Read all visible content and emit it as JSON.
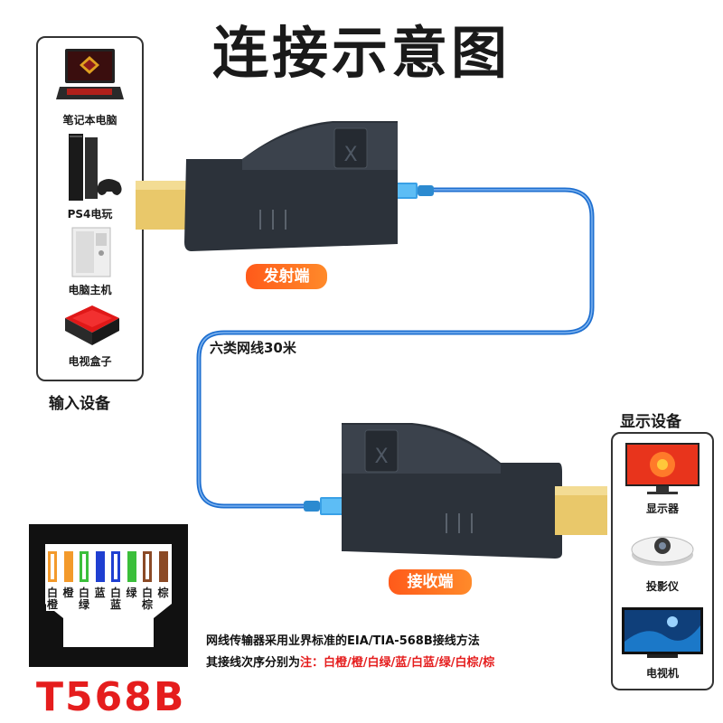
{
  "title": "连接示意图",
  "input_panel": {
    "heading": "输入设备",
    "devices": [
      {
        "label": "笔记本电脑",
        "icon": "laptop-icon"
      },
      {
        "label": "PS4电玩",
        "icon": "game-console-icon"
      },
      {
        "label": "电脑主机",
        "icon": "pc-tower-icon"
      },
      {
        "label": "电视盒子",
        "icon": "tv-box-icon"
      }
    ]
  },
  "output_panel": {
    "heading": "显示设备",
    "devices": [
      {
        "label": "显示器",
        "icon": "monitor-icon"
      },
      {
        "label": "投影仪",
        "icon": "projector-icon"
      },
      {
        "label": "电视机",
        "icon": "tv-icon"
      }
    ]
  },
  "transmitter_label": "发射端",
  "receiver_label": "接收端",
  "cable_label": "六类网线30米",
  "wiring": {
    "standard": "T568B",
    "pins": [
      {
        "label": "白橙",
        "color": "#f39a2b",
        "striped": true
      },
      {
        "label": "橙",
        "color": "#f39a2b",
        "striped": false
      },
      {
        "label": "白绿",
        "color": "#3bbf3b",
        "striped": true
      },
      {
        "label": "蓝",
        "color": "#1f3fd1",
        "striped": false
      },
      {
        "label": "白蓝",
        "color": "#1f3fd1",
        "striped": true
      },
      {
        "label": "绿",
        "color": "#3bbf3b",
        "striped": false
      },
      {
        "label": "白棕",
        "color": "#8b4a26",
        "striped": true
      },
      {
        "label": "棕",
        "color": "#8b4a26",
        "striped": false
      }
    ],
    "note_line1": "网线传输器采用业界标准的EIA/TIA-568B接线方法",
    "note_line2_prefix": "其接线次序分别为",
    "note_line2_order": "注：白橙/橙/白绿/蓝/白蓝/绿/白棕/棕"
  },
  "colors": {
    "cable": "#1e6fd0",
    "tag_orange": "#ff6a1a",
    "red": "#e51d1d",
    "adapter_body": "#2c323a",
    "hdmi_gold": "#e9c86a"
  }
}
